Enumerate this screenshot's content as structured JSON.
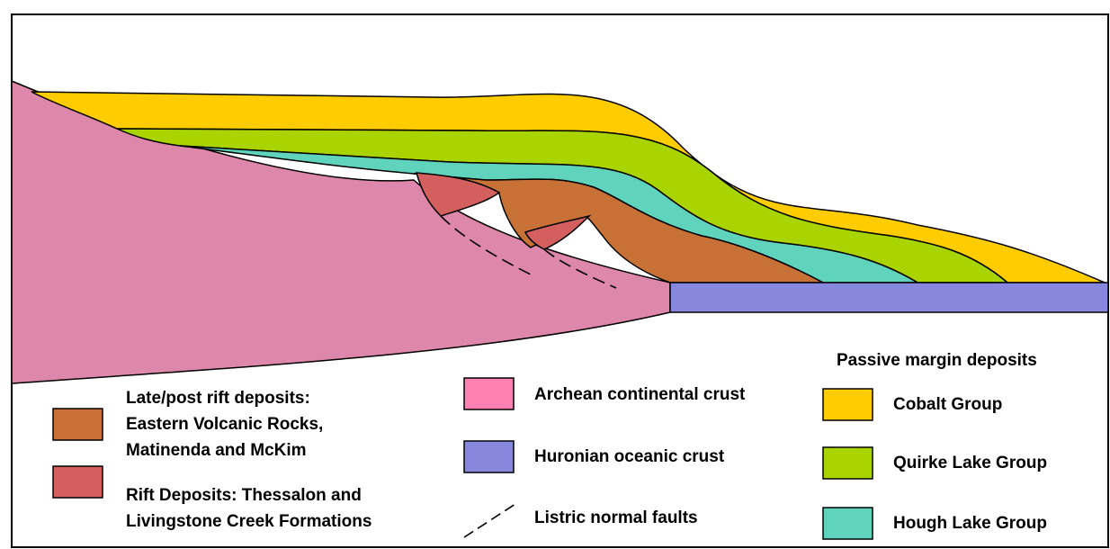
{
  "legend": {
    "late_rift": {
      "lines": [
        "Late/post rift deposits:",
        "Eastern Volcanic Rocks,",
        "Matinenda and McKim"
      ],
      "color": "#c87137"
    },
    "rift": {
      "lines": [
        "Rift Deposits: Thessalon and",
        "Livingstone Creek Formations"
      ],
      "color": "#d35f5f"
    },
    "archean": {
      "label": "Archean continental crust",
      "color": "#ff80b2"
    },
    "huronian": {
      "label": "Huronian oceanic crust",
      "color": "#8787de"
    },
    "faults": {
      "label": "Listric normal faults"
    },
    "passive_heading": "Passive margin deposits",
    "cobalt": {
      "label": "Cobalt Group",
      "color": "#ffcc00"
    },
    "quirke": {
      "label": "Quirke Lake Group",
      "color": "#aad400"
    },
    "hough": {
      "label": "Hough Lake Group",
      "color": "#5fd3bc"
    }
  },
  "colors": {
    "continental_crust": "#dd87ab",
    "oceanic_crust": "#8787de",
    "cobalt": "#ffcc00",
    "quirke": "#aad400",
    "hough": "#5fd3bc",
    "late_rift": "#c87137",
    "rift": "#d35f5f",
    "outline": "#000000"
  }
}
